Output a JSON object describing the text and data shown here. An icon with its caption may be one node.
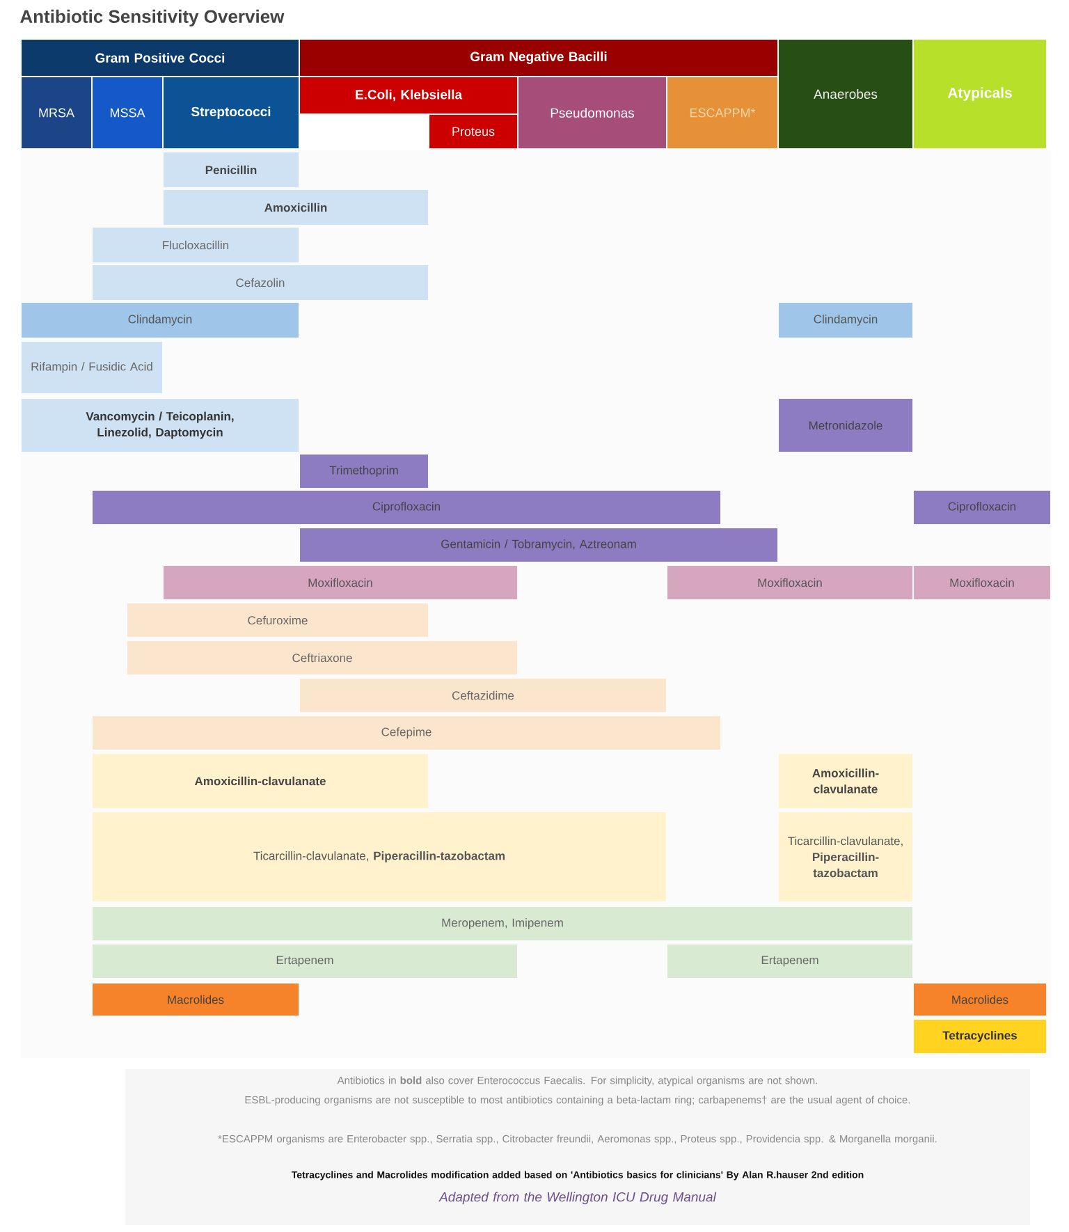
{
  "diagram": {
    "title": "Antibiotic Sensitivity Overview",
    "nodes": [
      {
        "text": [
          "Gram Positive Cocci"
        ]
      },
      {
        "text": [
          "Gram Negative Bacilli"
        ]
      },
      {
        "text": [
          "Anaerobes"
        ]
      },
      {
        "text": [
          "Atypicals"
        ]
      },
      {
        "text": [
          "MRSA"
        ]
      },
      {
        "text": [
          "MSSA"
        ]
      },
      {
        "text": [
          "Streptococci"
        ]
      },
      {
        "text": [
          "E.Coli, Klebsiella"
        ]
      },
      {
        "text": [
          "Proteus"
        ]
      },
      {
        "text": [
          "Pseudomonas"
        ]
      },
      {
        "text": [
          "ESCAPPM*"
        ]
      },
      {
        "text": [
          "Penicillin"
        ]
      },
      {
        "text": [
          "Amoxicillin"
        ]
      },
      {
        "text": [
          "Flucloxacillin"
        ]
      },
      {
        "text": [
          "Cefazolin"
        ]
      },
      {
        "text": [
          "Clindamycin"
        ]
      },
      {
        "text": [
          "Clindamycin"
        ]
      },
      {
        "text": [
          "Rifampin / Fusidic Acid"
        ]
      },
      {
        "text": [
          "Vancomycin / Teicoplanin, Linezolid, Daptomycin"
        ]
      },
      {
        "text": [
          "Metronidazole"
        ]
      },
      {
        "text": [
          "Trimethoprim"
        ]
      },
      {
        "text": [
          "Ciprofloxacin"
        ]
      },
      {
        "text": [
          "Ciprofloxacin"
        ]
      },
      {
        "text": [
          "Gentamicin / Tobramycin, Aztreonam"
        ]
      },
      {
        "text": [
          "Moxifloxacin"
        ]
      },
      {
        "text": [
          "Moxifloxacin"
        ]
      },
      {
        "text": [
          "Moxifloxacin"
        ]
      },
      {
        "text": [
          "Cefuroxime"
        ]
      },
      {
        "text": [
          "Ceftriaxone"
        ]
      },
      {
        "text": [
          "Ceftazidime"
        ]
      },
      {
        "text": [
          "Cefepime"
        ]
      },
      {
        "text": [
          "Amoxicillin-clavulanate"
        ]
      },
      {
        "text": [
          "Amoxicillin-clavulanate"
        ]
      },
      {
        "text": [
          "Ticarcillin-clavulanate, **Piperacillin-tazobactam**"
        ]
      },
      {
        "text": [
          "Ticarcillin-clavulanate, **Piperacillin-tazobactam**"
        ]
      },
      {
        "text": [
          "Meropenem, Imipenem"
        ]
      },
      {
        "text": [
          "Ertapenem"
        ]
      },
      {
        "text": [
          "Ertapenem"
        ]
      },
      {
        "text": [
          "Macrolides"
        ]
      },
      {
        "text": [
          "Macrolides"
        ]
      },
      {
        "text": [
          "Tetracyclines"
        ]
      }
    ],
    "labels": [
      "Antibiotics in **bold** also cover Enterococcus Faecalis. For simplicity, atypical organisms are not shown.",
      "ESBL-producing organisms are not susceptible to most antibiotics containing a beta-lactam ring; carbapenems† are the usual agent of choice.",
      "*ESCAPPM organisms are Enterobacter spp., Serratia spp., Citrobacter freundii, Aeromonas spp., Proteus spp., Providencia spp. & Morganella morganii.",
      "Tetracyclines and  Macrolides modification added based on 'Antibiotics basics for clinicians' By Alan R.hauser 2nd edition",
      "Adapted from the Wellington ICU Drug Manual"
    ]
  }
}
